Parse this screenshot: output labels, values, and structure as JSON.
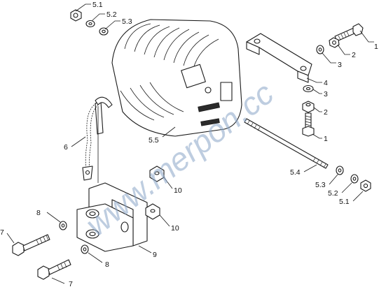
{
  "watermark": "www.merpon.cc",
  "callouts": {
    "c5_1a": "5.1",
    "c5_2a": "5.2",
    "c5_3a": "5.3",
    "c1a": "1",
    "c2a": "2",
    "c3a": "3",
    "c4": "4",
    "c3b": "3",
    "c2b": "2",
    "c1b": "1",
    "c5_5": "5.5",
    "c6": "6",
    "c5_4": "5.4",
    "c5_3b": "5.3",
    "c5_2b": "5.2",
    "c5_1b": "5.1",
    "c10a": "10",
    "c10b": "10",
    "c8a": "8",
    "c8b": "8",
    "c7a": "7",
    "c7b": "7",
    "c9": "9"
  }
}
